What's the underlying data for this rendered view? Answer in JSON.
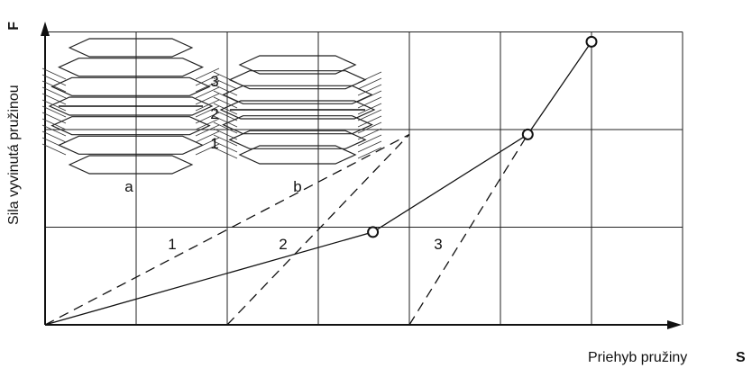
{
  "chart_data": {
    "type": "line",
    "title": "",
    "ylabel": "Sila vyvinutá pružinou",
    "ylabel_symbol": "F",
    "xlabel": "Priehyb pružiny",
    "xlabel_symbol": "S",
    "grid": true,
    "x_divisions": 7,
    "y_divisions": 3,
    "series": [
      {
        "values": [
          [
            0,
            0
          ],
          [
            3.6,
            0.95
          ],
          [
            5.3,
            1.95
          ],
          [
            6.0,
            2.9
          ]
        ],
        "markers": [
          [
            3.6,
            0.95
          ],
          [
            5.3,
            1.95
          ],
          [
            6.0,
            2.9
          ]
        ]
      },
      {
        "name": "1",
        "style": "dashed",
        "values": [
          [
            0,
            0
          ],
          [
            4.0,
            1.95
          ]
        ]
      },
      {
        "name": "2",
        "style": "dashed",
        "values": [
          [
            2.0,
            0
          ],
          [
            4.0,
            1.95
          ]
        ]
      },
      {
        "name": "3",
        "style": "dashed",
        "values": [
          [
            4.0,
            0
          ],
          [
            5.3,
            1.95
          ]
        ]
      }
    ],
    "series_labels": [
      "1",
      "2",
      "3"
    ],
    "figure_labels": [
      "a",
      "b"
    ],
    "spring_layer_labels": [
      "3",
      "2",
      "1"
    ]
  },
  "colors": {
    "ink": "#111111",
    "background": "#ffffff"
  }
}
